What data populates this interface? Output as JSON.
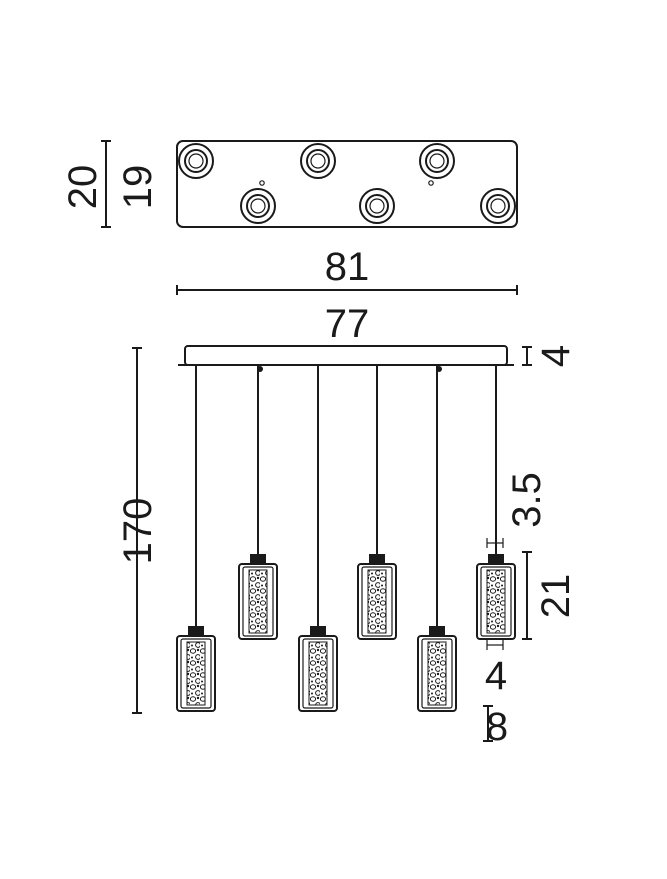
{
  "dimensions": {
    "canopy_depth_outer": "20",
    "canopy_depth_inner": "19",
    "canopy_length": "81",
    "bar_length": "77",
    "bar_height": "4",
    "total_height": "170",
    "cap_height": "3.5",
    "shade_height": "21",
    "gap": "4",
    "shade_diameter": "8"
  },
  "colors": {
    "ink": "#1a1a1a",
    "background": "#ffffff"
  },
  "icons": {
    "shade_pattern": "bubble-glass-pattern",
    "ceiling_mount": "ceiling-rose-icon"
  }
}
